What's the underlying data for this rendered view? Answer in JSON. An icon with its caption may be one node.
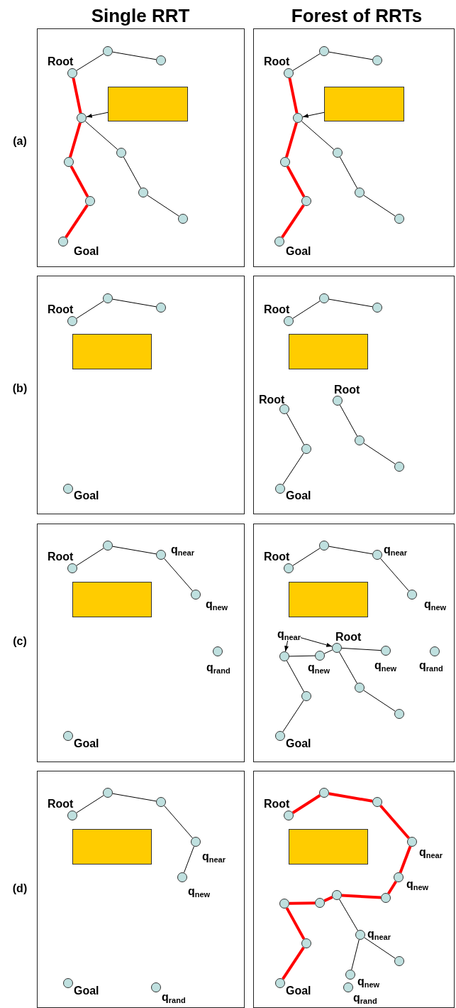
{
  "diagram": {
    "nodes": [
      {
        "text": [],
        "shape": "box"
      },
      {
        "text": [],
        "shape": "circle",
        "in": 0,
        "beside": [
          "Root"
        ]
      },
      {
        "text": [],
        "shape": "circle",
        "in": 0
      },
      {
        "text": [],
        "shape": "circle",
        "in": 0
      },
      {
        "text": [],
        "shape": "circle",
        "in": 0
      },
      {
        "text": [],
        "shape": "circle",
        "in": 0
      },
      {
        "text": [],
        "shape": "circle",
        "in": 0
      },
      {
        "text": [],
        "shape": "circle",
        "in": 0
      },
      {
        "text": [],
        "shape": "circle",
        "in": 0
      },
      {
        "text": [],
        "shape": "circle",
        "in": 0
      },
      {
        "text": [],
        "shape": "circle",
        "in": 0,
        "beside": [
          "Goal"
        ]
      },
      {
        "text": [],
        "shape": "box",
        "in": 0
      },
      {
        "text": [],
        "shape": "box"
      },
      {
        "text": [],
        "shape": "circle",
        "in": 12,
        "beside": [
          "Root"
        ]
      },
      {
        "text": [],
        "shape": "circle",
        "in": 12
      },
      {
        "text": [],
        "shape": "circle",
        "in": 12
      },
      {
        "text": [],
        "shape": "circle",
        "in": 12
      },
      {
        "text": [],
        "shape": "circle",
        "in": 12
      },
      {
        "text": [],
        "shape": "circle",
        "in": 12
      },
      {
        "text": [],
        "shape": "circle",
        "in": 12
      },
      {
        "text": [],
        "shape": "circle",
        "in": 12
      },
      {
        "text": [],
        "shape": "circle",
        "in": 12
      },
      {
        "text": [],
        "shape": "circle",
        "in": 12,
        "beside": [
          "Goal"
        ]
      },
      {
        "text": [],
        "shape": "box",
        "in": 12
      },
      {
        "text": [],
        "shape": "box"
      },
      {
        "text": [],
        "shape": "circle",
        "in": 24,
        "beside": [
          "Root"
        ]
      },
      {
        "text": [],
        "shape": "circle",
        "in": 24
      },
      {
        "text": [],
        "shape": "circle",
        "in": 24
      },
      {
        "text": [],
        "shape": "box",
        "in": 24
      },
      {
        "text": [],
        "shape": "circle",
        "in": 24,
        "beside": [
          "Goal"
        ]
      },
      {
        "text": [],
        "shape": "box"
      },
      {
        "text": [],
        "shape": "circle",
        "in": 30,
        "beside": [
          "Root"
        ]
      },
      {
        "text": [],
        "shape": "circle",
        "in": 30
      },
      {
        "text": [],
        "shape": "circle",
        "in": 30
      },
      {
        "text": [],
        "shape": "box",
        "in": 30
      },
      {
        "text": [],
        "shape": "circle",
        "in": 30,
        "beside": [
          "Root"
        ]
      },
      {
        "text": [],
        "shape": "circle",
        "in": 30,
        "beside": [
          "Root"
        ]
      },
      {
        "text": [],
        "shape": "circle",
        "in": 30
      },
      {
        "text": [],
        "shape": "circle",
        "in": 30
      },
      {
        "text": [],
        "shape": "circle",
        "in": 30
      },
      {
        "text": [],
        "shape": "circle",
        "in": 30,
        "beside": [
          "Goal"
        ]
      },
      {
        "text": [],
        "shape": "box"
      },
      {
        "text": [],
        "shape": "circle",
        "in": 41
      },
      {
        "text": [],
        "shape": "circle",
        "in": 41,
        "beside": [
          "q$_{near}$"
        ]
      },
      {
        "text": [],
        "shape": "circle",
        "in": 41,
        "beside": [
          "Root"
        ]
      },
      {
        "text": [],
        "shape": "box",
        "in": 41
      },
      {
        "text": [],
        "shape": "circle",
        "in": 41,
        "beside": [
          "q$_{new}$"
        ]
      },
      {
        "text": [],
        "shape": "circle",
        "in": 41,
        "beside": [
          "q$_{rand}$"
        ]
      },
      {
        "text": [],
        "shape": "circle",
        "in": 41,
        "beside": [
          "Goal"
        ]
      },
      {
        "text": [],
        "shape": "box"
      },
      {
        "text": [],
        "shape": "circle",
        "in": 49
      },
      {
        "text": [],
        "shape": "circle",
        "in": 49,
        "beside": [
          "q$_{near}$"
        ]
      },
      {
        "text": [],
        "shape": "circle",
        "in": 49,
        "beside": [
          "Root"
        ]
      },
      {
        "text": [],
        "shape": "box",
        "in": 49
      },
      {
        "text": [],
        "shape": "circle",
        "in": 49,
        "beside": [
          "q$_{new}$"
        ]
      },
      {
        "text": [
          "q$_{near}$"
        ],
        "in": 49
      },
      {
        "text": [],
        "shape": "circle",
        "in": 49,
        "beside": [
          "Root"
        ]
      },
      {
        "text": [],
        "shape": "circle",
        "in": 49,
        "beside": [
          "q$_{new}$"
        ]
      },
      {
        "text": [],
        "shape": "circle",
        "in": 49,
        "beside": [
          "q$_{rand}$"
        ]
      },
      {
        "text": [],
        "shape": "circle",
        "in": 49,
        "beside": [
          "q$_{new}$"
        ]
      },
      {
        "text": [],
        "shape": "circle",
        "in": 49
      },
      {
        "text": [],
        "shape": "circle",
        "in": 49
      },
      {
        "text": [],
        "shape": "circle",
        "in": 49
      },
      {
        "text": [],
        "shape": "circle",
        "in": 49
      },
      {
        "text": [],
        "shape": "circle",
        "in": 49,
        "beside": [
          "Goal"
        ]
      },
      {
        "text": [],
        "shape": "box"
      },
      {
        "text": [],
        "shape": "circle",
        "in": 65
      },
      {
        "text": [],
        "shape": "circle",
        "in": 65
      },
      {
        "text": [],
        "shape": "circle",
        "in": 65,
        "beside": [
          "Root"
        ]
      },
      {
        "text": [],
        "shape": "box",
        "in": 65
      },
      {
        "text": [],
        "shape": "circle",
        "in": 65,
        "beside": [
          "q$_{near}$"
        ]
      },
      {
        "text": [],
        "shape": "circle",
        "in": 65,
        "beside": [
          "q$_{new}$"
        ]
      },
      {
        "text": [],
        "shape": "circle",
        "in": 65,
        "beside": [
          "Goal"
        ]
      },
      {
        "text": [],
        "shape": "circle",
        "in": 65,
        "beside": [
          "q$_{rand}$"
        ]
      },
      {
        "text": [],
        "shape": "box"
      },
      {
        "text": [],
        "shape": "circle",
        "in": 74
      },
      {
        "text": [],
        "shape": "circle",
        "in": 74
      },
      {
        "text": [],
        "shape": "circle",
        "in": 74,
        "beside": [
          "Root"
        ]
      },
      {
        "text": [],
        "shape": "box",
        "in": 74
      },
      {
        "text": [],
        "shape": "circle",
        "in": 74,
        "beside": [
          "q$_{near}$"
        ]
      },
      {
        "text": [],
        "shape": "circle",
        "in": 74,
        "beside": [
          "q$_{new}$"
        ]
      },
      {
        "text": [],
        "shape": "circle",
        "in": 74
      },
      {
        "text": [],
        "shape": "circle",
        "in": 74
      },
      {
        "text": [],
        "shape": "circle",
        "in": 74
      },
      {
        "text": [],
        "shape": "circle",
        "in": 74
      },
      {
        "text": [],
        "shape": "circle",
        "in": 74,
        "beside": [
          "q$_{near}$"
        ]
      },
      {
        "text": [],
        "shape": "circle",
        "in": 74
      },
      {
        "text": [],
        "shape": "circle",
        "in": 74
      },
      {
        "text": [],
        "shape": "circle",
        "in": 74,
        "beside": [
          "q$_{new}$"
        ]
      },
      {
        "text": [],
        "shape": "circle",
        "in": 74,
        "beside": [
          "Goal"
        ]
      },
      {
        "text": [],
        "shape": "circle",
        "in": 74,
        "beside": [
          "q$_{rand}$"
        ]
      }
    ],
    "edges": [
      {
        "from": 1,
        "to": 2,
        "arrow": "none"
      },
      {
        "from": 2,
        "to": 3,
        "arrow": "none"
      },
      {
        "from": 1,
        "to": 4,
        "arrow": "none",
        "style": "thick",
        "color": "#ff0000"
      },
      {
        "from": 4,
        "to": 5,
        "arrow": "none",
        "style": "thick",
        "color": "#ff0000"
      },
      {
        "from": 4,
        "to": 6,
        "arrow": "none"
      },
      {
        "from": 5,
        "to": 7,
        "arrow": "none",
        "style": "thick",
        "color": "#ff0000"
      },
      {
        "from": 6,
        "to": 8,
        "arrow": "none"
      },
      {
        "from": 7,
        "to": 10,
        "arrow": "none",
        "style": "thick",
        "color": "#ff0000"
      },
      {
        "from": 8,
        "to": 9,
        "arrow": "none"
      },
      {
        "from": 11,
        "to": 4,
        "arrow": "to"
      },
      {
        "from": 13,
        "to": 14,
        "arrow": "none"
      },
      {
        "from": 14,
        "to": 15,
        "arrow": "none"
      },
      {
        "from": 13,
        "to": 16,
        "arrow": "none",
        "style": "thick",
        "color": "#ff0000"
      },
      {
        "from": 16,
        "to": 17,
        "arrow": "none",
        "style": "thick",
        "color": "#ff0000"
      },
      {
        "from": 16,
        "to": 18,
        "arrow": "none"
      },
      {
        "from": 17,
        "to": 19,
        "arrow": "none",
        "style": "thick",
        "color": "#ff0000"
      },
      {
        "from": 18,
        "to": 20,
        "arrow": "none"
      },
      {
        "from": 19,
        "to": 22,
        "arrow": "none",
        "style": "thick",
        "color": "#ff0000"
      },
      {
        "from": 20,
        "to": 21,
        "arrow": "none"
      },
      {
        "from": 23,
        "to": 16,
        "arrow": "to"
      },
      {
        "from": 25,
        "to": 26,
        "arrow": "none"
      },
      {
        "from": 26,
        "to": 27,
        "arrow": "none"
      },
      {
        "from": 31,
        "to": 32,
        "arrow": "none"
      },
      {
        "from": 32,
        "to": 33,
        "arrow": "none"
      },
      {
        "from": 36,
        "to": 38,
        "arrow": "none"
      },
      {
        "from": 38,
        "to": 40,
        "arrow": "none"
      },
      {
        "from": 35,
        "to": 37,
        "arrow": "none"
      },
      {
        "from": 37,
        "to": 39,
        "arrow": "none"
      },
      {
        "from": 44,
        "to": 42,
        "arrow": "none"
      },
      {
        "from": 42,
        "to": 43,
        "arrow": "none"
      },
      {
        "from": 43,
        "to": 46,
        "arrow": "none"
      },
      {
        "from": 52,
        "to": 50,
        "arrow": "none"
      },
      {
        "from": 50,
        "to": 51,
        "arrow": "none"
      },
      {
        "from": 51,
        "to": 54,
        "arrow": "none"
      },
      {
        "from": 55,
        "to": 60,
        "arrow": "to"
      },
      {
        "from": 55,
        "to": 56,
        "arrow": "to"
      },
      {
        "from": 60,
        "to": 59,
        "arrow": "none"
      },
      {
        "from": 59,
        "to": 56,
        "arrow": "none"
      },
      {
        "from": 56,
        "to": 57,
        "arrow": "none"
      },
      {
        "from": 56,
        "to": 61,
        "arrow": "none"
      },
      {
        "from": 61,
        "to": 63,
        "arrow": "none"
      },
      {
        "from": 60,
        "to": 62,
        "arrow": "none"
      },
      {
        "from": 62,
        "to": 64,
        "arrow": "none"
      },
      {
        "from": 68,
        "to": 66,
        "arrow": "none"
      },
      {
        "from": 66,
        "to": 67,
        "arrow": "none"
      },
      {
        "from": 67,
        "to": 70,
        "arrow": "none"
      },
      {
        "from": 70,
        "to": 71,
        "arrow": "none"
      },
      {
        "from": 77,
        "to": 75,
        "arrow": "none",
        "style": "thick",
        "color": "#ff0000"
      },
      {
        "from": 75,
        "to": 76,
        "arrow": "none",
        "style": "thick",
        "color": "#ff0000"
      },
      {
        "from": 76,
        "to": 79,
        "arrow": "none",
        "style": "thick",
        "color": "#ff0000"
      },
      {
        "from": 79,
        "to": 80,
        "arrow": "none",
        "style": "thick",
        "color": "#ff0000"
      },
      {
        "from": 80,
        "to": 82,
        "arrow": "none",
        "style": "thick",
        "color": "#ff0000"
      },
      {
        "from": 82,
        "to": 81,
        "arrow": "none",
        "style": "thick",
        "color": "#ff0000"
      },
      {
        "from": 81,
        "to": 83,
        "arrow": "none",
        "style": "thick",
        "color": "#ff0000"
      },
      {
        "from": 83,
        "to": 84,
        "arrow": "none",
        "style": "thick",
        "color": "#ff0000"
      },
      {
        "from": 84,
        "to": 86,
        "arrow": "none",
        "style": "thick",
        "color": "#ff0000"
      },
      {
        "from": 86,
        "to": 89,
        "arrow": "none",
        "style": "thick",
        "color": "#ff0000"
      },
      {
        "from": 81,
        "to": 85,
        "arrow": "none"
      },
      {
        "from": 85,
        "to": 87,
        "arrow": "none"
      },
      {
        "from": 85,
        "to": 88,
        "arrow": "none"
      }
    ],
    "labels": [
      "Single RRT",
      "Forest of RRTs",
      "(a)",
      "(b)",
      "(c)",
      "(d)"
    ]
  }
}
